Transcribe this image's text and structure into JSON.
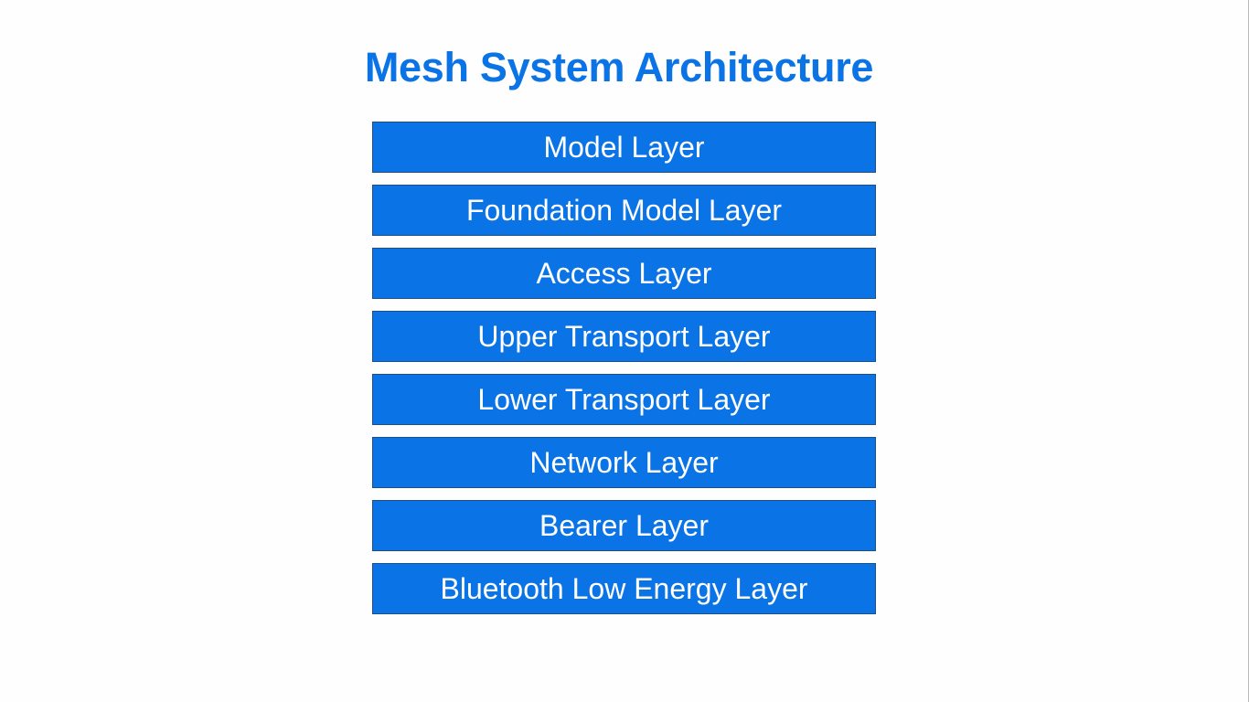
{
  "title": "Mesh System Architecture",
  "layers": [
    "Model Layer",
    "Foundation Model Layer",
    "Access Layer",
    "Upper Transport Layer",
    "Lower Transport Layer",
    "Network Layer",
    "Bearer Layer",
    "Bluetooth Low Energy Layer"
  ],
  "colors": {
    "title": "#0a73e6",
    "layer_fill": "#0a73e6",
    "layer_border": "#1d4f86",
    "layer_text": "#ffffff",
    "background": "#fefefe"
  }
}
